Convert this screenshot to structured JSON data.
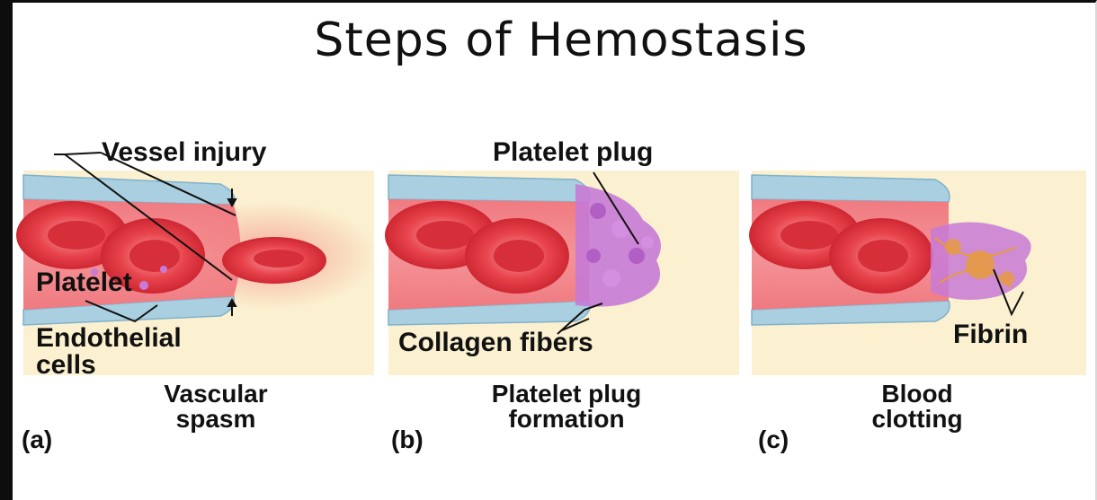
{
  "title": "Steps of Hemostasis",
  "panels": [
    {
      "letter": "(a)",
      "caption_line1": "Vascular",
      "caption_line2": "spasm",
      "labels": {
        "vessel_injury": "Vessel injury",
        "platelet": "Platelet",
        "endothelial_line1": "Endothelial",
        "endothelial_line2": "cells"
      }
    },
    {
      "letter": "(b)",
      "caption_line1": "Platelet plug",
      "caption_line2": "formation",
      "labels": {
        "platelet_plug": "Platelet plug",
        "collagen_fibers": "Collagen fibers"
      }
    },
    {
      "letter": "(c)",
      "caption_line1": "Blood",
      "caption_line2": "clotting",
      "labels": {
        "fibrin": "Fibrin"
      }
    }
  ],
  "colors": {
    "panel_background": "#fbf0cf",
    "vessel_wall": "#a9cfe0",
    "red_blood_cell": "#e53a43",
    "platelet": "#c77ad6",
    "fibrin": "#e79b3c"
  }
}
